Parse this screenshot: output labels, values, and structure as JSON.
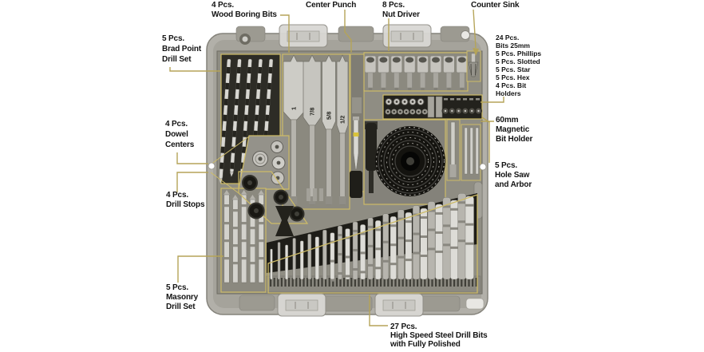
{
  "labels": {
    "wood_boring": {
      "lines": [
        "4 Pcs.",
        "Wood Boring Bits"
      ]
    },
    "center_punch": {
      "lines": [
        "Center Punch"
      ]
    },
    "nut_driver": {
      "lines": [
        "8 Pcs.",
        "Nut Driver"
      ]
    },
    "counter_sink": {
      "lines": [
        "Counter Sink"
      ]
    },
    "bits_assortment": {
      "lines": [
        "24 Pcs.",
        "Bits 25mm",
        "5 Pcs. Phillips",
        "5 Pcs. Slotted",
        "5 Pcs. Star",
        "5 Pcs. Hex",
        "4 Pcs. Bit",
        "Holders"
      ]
    },
    "magnetic_bit_holder": {
      "lines": [
        "60mm",
        "Magnetic",
        "Bit Holder"
      ]
    },
    "hole_saw": {
      "lines": [
        "5 Pcs.",
        "Hole Saw",
        "and Arbor"
      ]
    },
    "brad_point": {
      "lines": [
        "5 Pcs.",
        "Brad Point",
        "Drill Set"
      ]
    },
    "dowel_centers": {
      "lines": [
        "4 Pcs.",
        "Dowel",
        "Centers"
      ]
    },
    "drill_stops": {
      "lines": [
        "4 Pcs.",
        "Drill Stops"
      ]
    },
    "masonry": {
      "lines": [
        "5 Pcs.",
        "Masonry",
        "Drill Set"
      ]
    },
    "hss_bits": {
      "lines": [
        "27 Pcs.",
        "High Speed Steel Drill Bits",
        "with Fully Polished"
      ]
    }
  },
  "spade_sizes": [
    "1",
    "7/8",
    "5/8",
    "1/2"
  ],
  "colors": {
    "callout_line": "#b5a458",
    "compartment_outline": "#cdbb67",
    "label_text": "#141414",
    "case_shell": "#b2b0a9",
    "tray": "#8f8d83",
    "recess": "#2d2c26"
  }
}
